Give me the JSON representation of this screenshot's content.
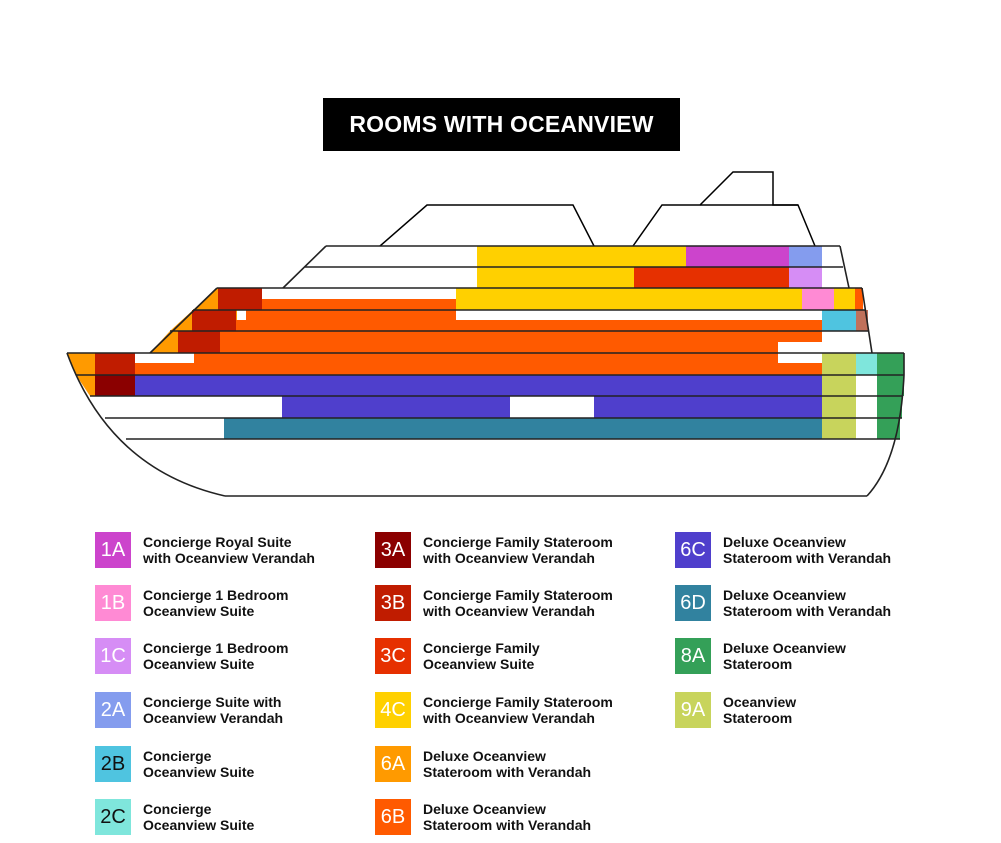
{
  "title": "ROOMS WITH OCEANVIEW",
  "legend": [
    {
      "code": "1A",
      "label_line1": "Concierge Royal Suite",
      "label_line2": "with Oceanview Verandah",
      "color": "#CC44CC"
    },
    {
      "code": "1B",
      "label_line1": "Concierge 1 Bedroom",
      "label_line2": "Oceanview Suite",
      "color": "#FF8AD4"
    },
    {
      "code": "1C",
      "label_line1": "Concierge 1 Bedroom",
      "label_line2": "Oceanview Suite",
      "color": "#D68DF5"
    },
    {
      "code": "2A",
      "label_line1": "Concierge Suite with",
      "label_line2": "Oceanview Verandah",
      "color": "#849CEE"
    },
    {
      "code": "2B",
      "label_line1": "Concierge",
      "label_line2": "Oceanview Suite",
      "color": "#4FC4E0"
    },
    {
      "code": "2C",
      "label_line1": "Concierge",
      "label_line2": "Oceanview Suite",
      "color": "#7FE6DC"
    },
    {
      "code": "3A",
      "label_line1": "Concierge Family Stateroom",
      "label_line2": "with Oceanview Verandah",
      "color": "#8B0000"
    },
    {
      "code": "3B",
      "label_line1": "Concierge Family Stateroom",
      "label_line2": "with Oceanview Verandah",
      "color": "#C01C00"
    },
    {
      "code": "3C",
      "label_line1": "Concierge Family",
      "label_line2": "Oceanview Suite",
      "color": "#E63000"
    },
    {
      "code": "4C",
      "label_line1": "Concierge Family Stateroom",
      "label_line2": "with Oceanview Verandah",
      "color": "#FFD000"
    },
    {
      "code": "6A",
      "label_line1": "Deluxe Oceanview",
      "label_line2": "Stateroom with Verandah",
      "color": "#FF9A00"
    },
    {
      "code": "6B",
      "label_line1": "Deluxe Oceanview",
      "label_line2": "Stateroom with Verandah",
      "color": "#FF5A00"
    },
    {
      "code": "6C",
      "label_line1": "Deluxe Oceanview",
      "label_line2": "Stateroom with Verandah",
      "color": "#4F3FCC"
    },
    {
      "code": "6D",
      "label_line1": "Deluxe Oceanview",
      "label_line2": "Stateroom with Verandah",
      "color": "#31829F"
    },
    {
      "code": "8A",
      "label_line1": "Deluxe Oceanview",
      "label_line2": "Stateroom",
      "color": "#34A058"
    },
    {
      "code": "9A",
      "label_line1": "Oceanview",
      "label_line2": "Stateroom",
      "color": "#C8D45C"
    }
  ]
}
